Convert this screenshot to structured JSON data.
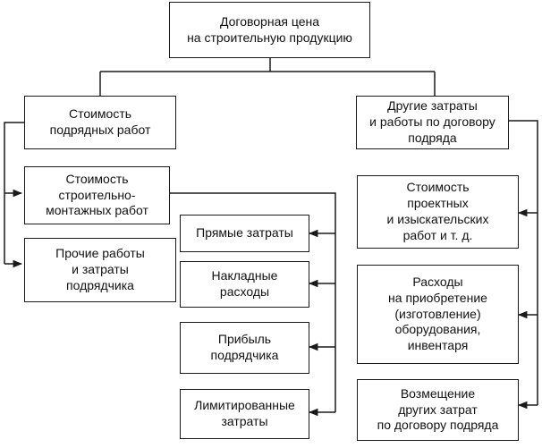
{
  "diagram": {
    "root": {
      "label": "Договорная цена\nна строительную продукцию"
    },
    "left_branch": {
      "label": "Стоимость\nподрядных работ",
      "children": [
        {
          "label": "Стоимость\nстроительно-\nмонтажных работ"
        },
        {
          "label": "Прочие работы\nи затраты\nподрядчика"
        }
      ]
    },
    "smr_components": [
      {
        "label": "Прямые затраты"
      },
      {
        "label": "Накладные\nрасходы"
      },
      {
        "label": "Прибыль\nподрядчика"
      },
      {
        "label": "Лимитированные\nзатраты"
      }
    ],
    "right_branch": {
      "label": "Другие затраты\nи работы по договору\nподряда",
      "children": [
        {
          "label": "Стоимость\nпроектных\nи изыскательских\nработ и т. д."
        },
        {
          "label": "Расходы\nна приобретение\n(изготовление)\nоборудования,\nинвентаря"
        },
        {
          "label": "Возмещение\nдругих затрат\nпо договору подряда"
        }
      ]
    }
  }
}
